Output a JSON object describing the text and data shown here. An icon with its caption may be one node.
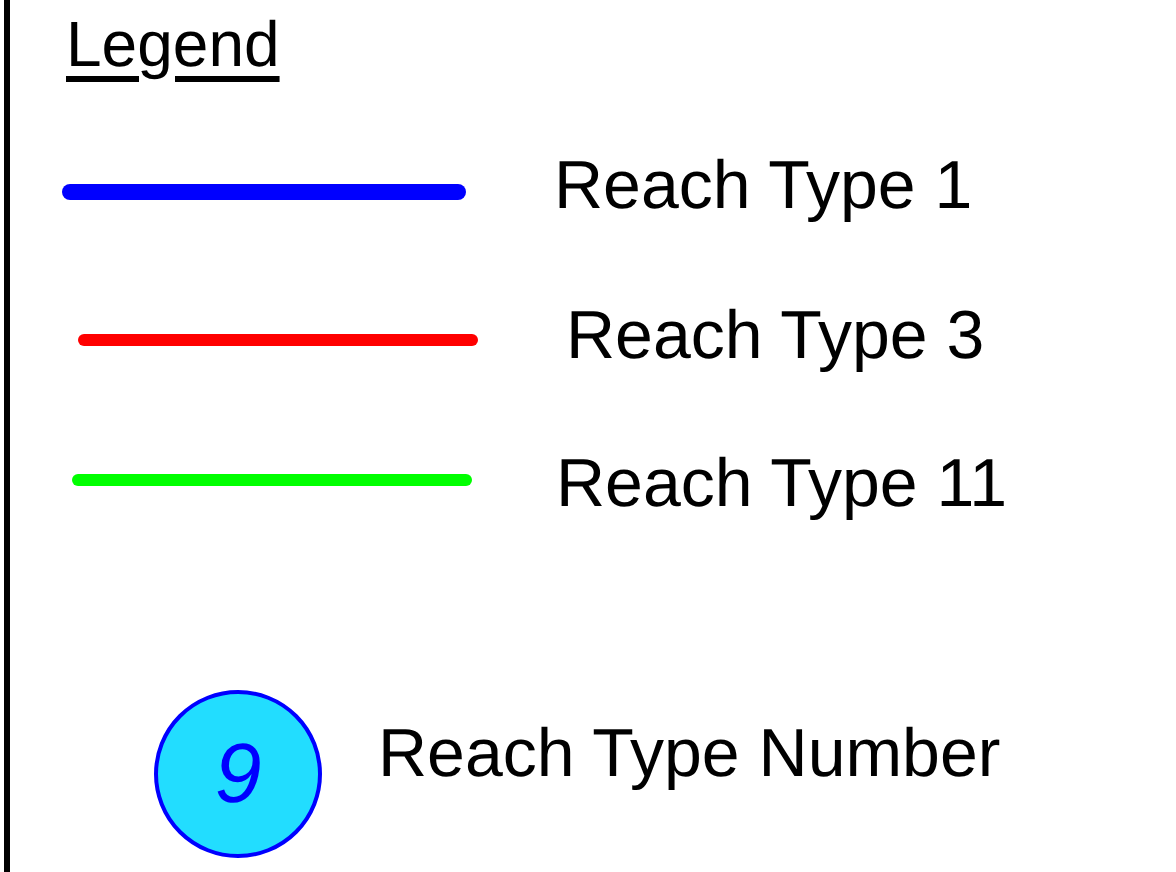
{
  "diagram": {
    "title": "Legend",
    "labels": [
      "9"
    ],
    "legend": [
      {
        "text": "Reach Type 1",
        "color": "#0000ff"
      },
      {
        "text": "Reach Type 3",
        "color": "#ff0000"
      },
      {
        "text": "Reach Type 11",
        "color": "#00ff00"
      },
      {
        "text": "Reach Type Number"
      }
    ]
  }
}
